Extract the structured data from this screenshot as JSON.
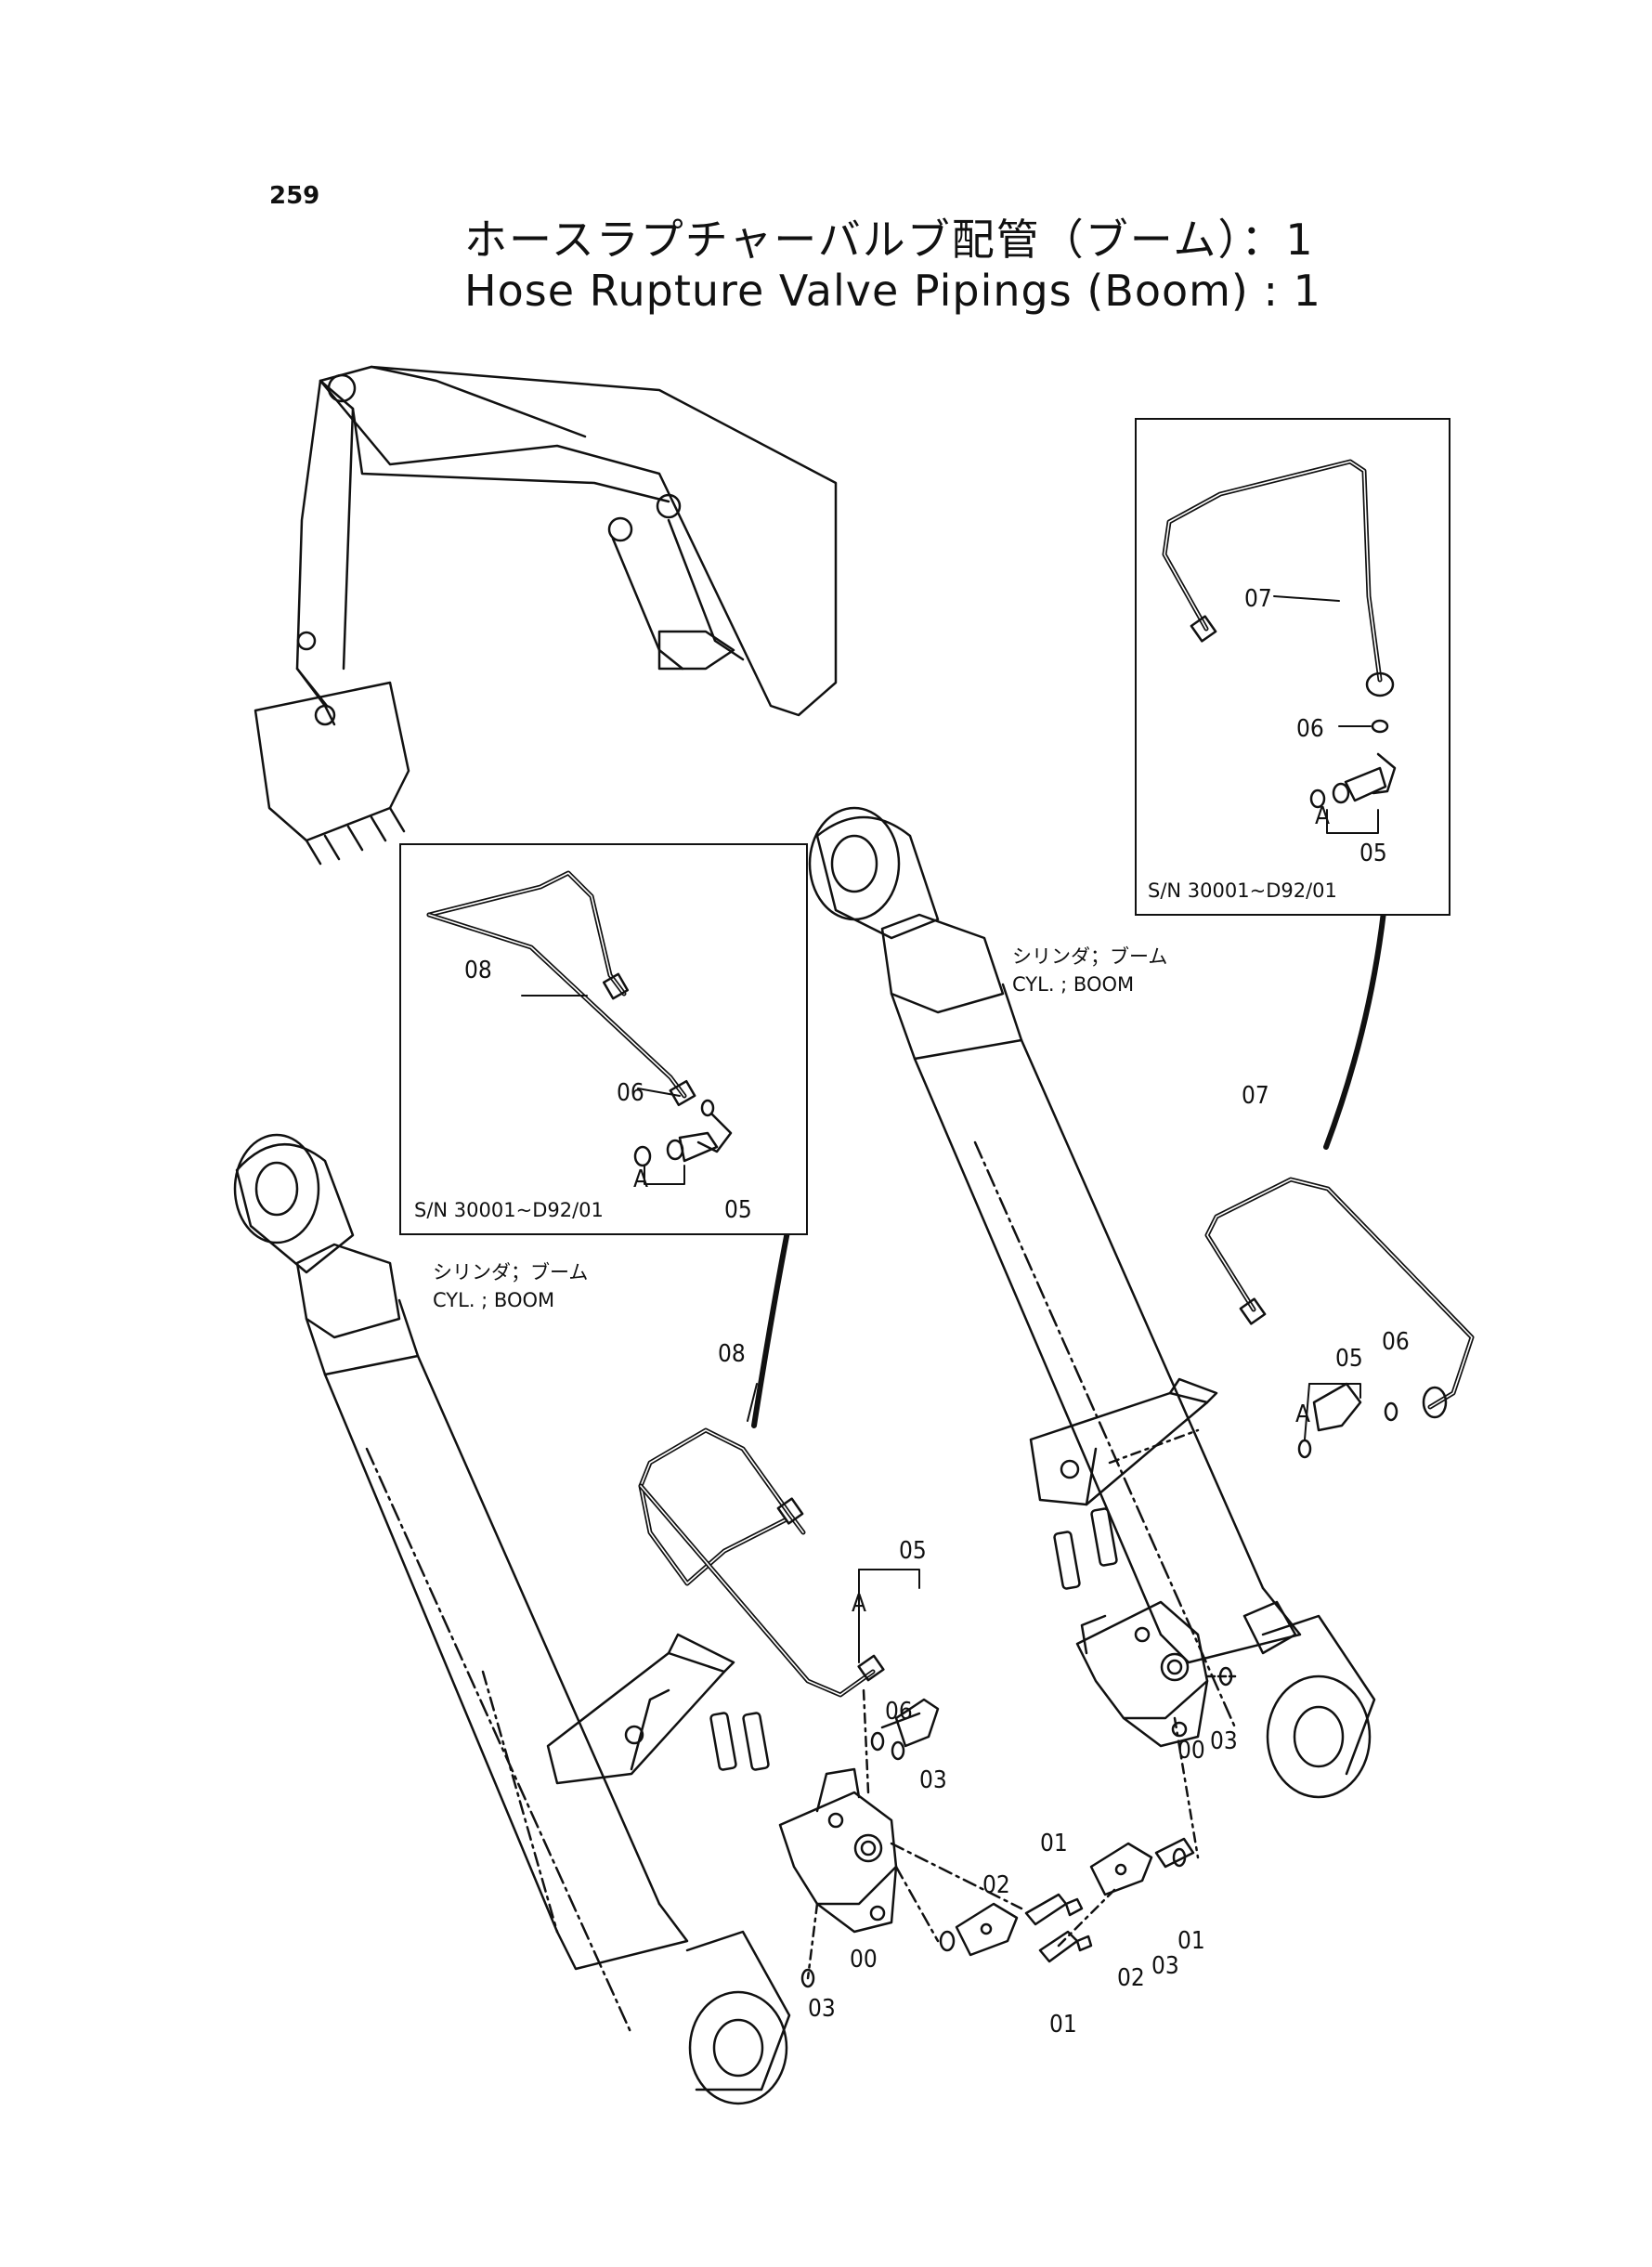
{
  "header": {
    "page_number": "259",
    "title_jp": "ホースラプチャーバルブ配管（ブーム）：1",
    "title_en": "Hose Rupture Valve Pipings (Boom) : 1"
  },
  "insets": {
    "left": {
      "serial_note": "S/N 30001~D92/01",
      "labels": {
        "pipe": "08",
        "oring": "06",
        "a": "A",
        "fitting": "05"
      }
    },
    "right": {
      "serial_note": "S/N 30001~D92/01",
      "labels": {
        "pipe": "07",
        "oring": "06",
        "a": "A",
        "fitting": "05"
      }
    }
  },
  "callouts": {
    "cyl_left_jp": "シリンダ；ブーム",
    "cyl_left_en": "CYL. ; BOOM",
    "cyl_right_jp": "シリンダ；ブーム",
    "cyl_right_en": "CYL. ; BOOM"
  },
  "part_labels": {
    "left_pipe": "08",
    "left_fitting": "05",
    "left_a": "A",
    "left_oring": "06",
    "left_seal_03a": "03",
    "left_valve_00": "00",
    "left_seal_03b": "03",
    "left_flange_02": "02",
    "left_bolt_01": "01",
    "right_pipe": "07",
    "right_fitting": "05",
    "right_oring": "06",
    "right_a": "A",
    "right_valve_00": "00",
    "right_seal_03": "03",
    "right_seal_03b": "03",
    "right_flange_02": "02",
    "right_bolt_01": "01",
    "right_bolt_01b": "01"
  }
}
